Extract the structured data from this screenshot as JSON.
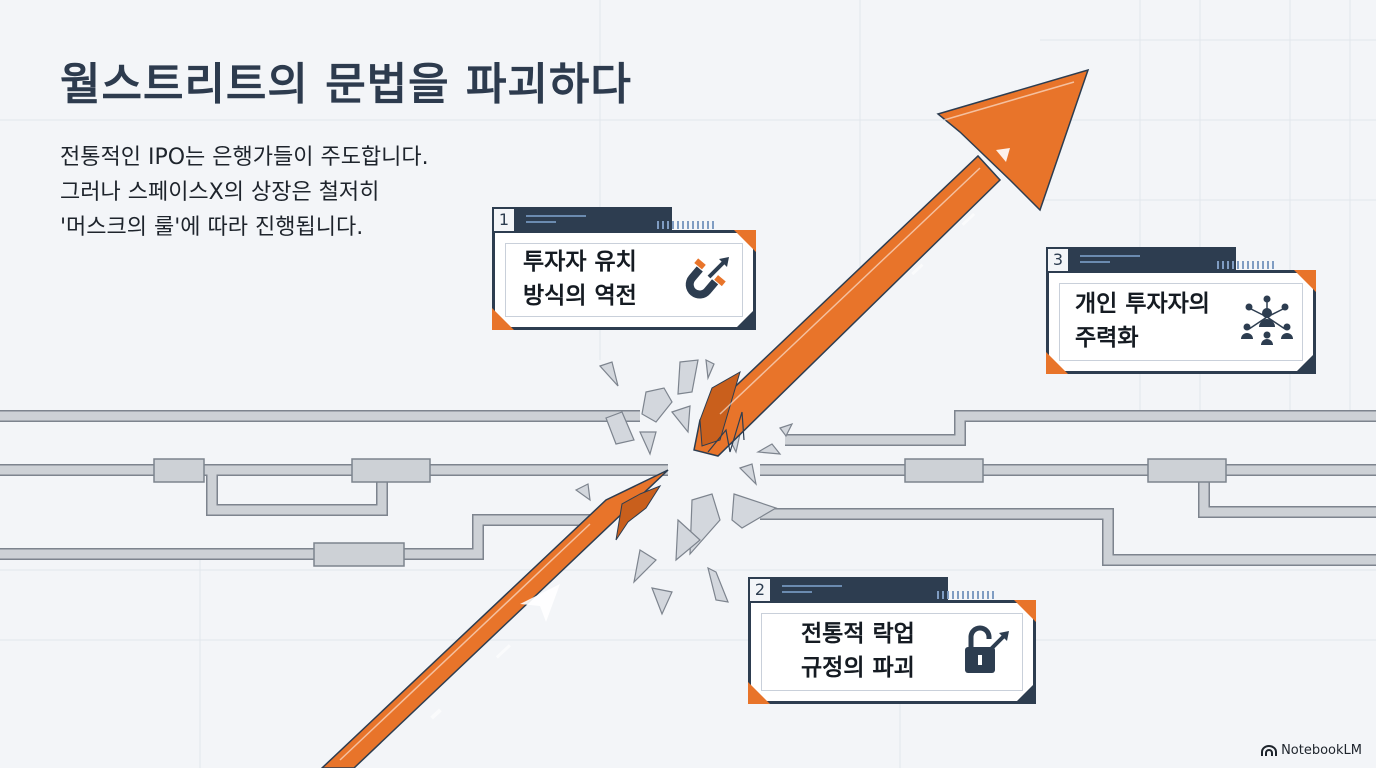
{
  "title": "월스트리트의 문법을 파괴하다",
  "intro_lines": [
    "전통적인 IPO는 은행가들이 주도합니다.",
    "그러나 스페이스X의 상장은 철저히",
    "'머스크의 룰'에 따라 진행됩니다."
  ],
  "cards": [
    {
      "number": "1",
      "lines": [
        "투자자 유치",
        "방식의 역전"
      ],
      "icon": "magnet-icon"
    },
    {
      "number": "2",
      "lines": [
        "전통적 락업",
        "규정의 파괴"
      ],
      "icon": "unlocked-padlock-icon"
    },
    {
      "number": "3",
      "lines": [
        "개인 투자자의",
        "주력화"
      ],
      "icon": "people-network-icon"
    }
  ],
  "brand": {
    "name": "NotebookLM",
    "icon": "notebooklm-logo-icon"
  },
  "colors": {
    "accent": "#e8742a",
    "navy": "#2d3d50",
    "background": "#f3f5f8",
    "pipe": "#c5c9cf"
  }
}
